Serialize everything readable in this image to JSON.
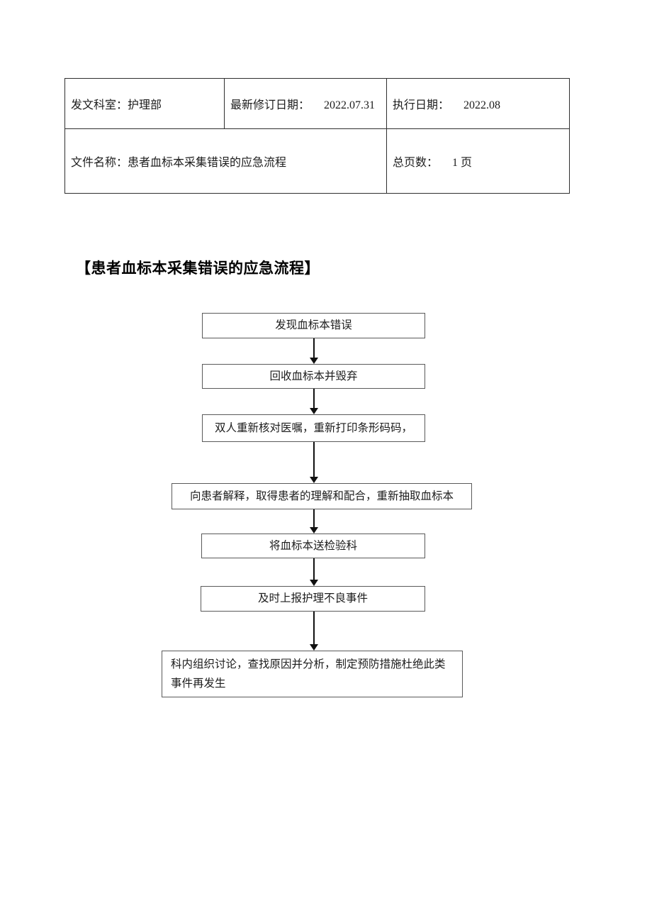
{
  "header_table": {
    "issuing_dept_label": "发文科室：",
    "issuing_dept_value": "护理部",
    "revision_date_label": "最新修订日期：",
    "revision_date_value": "2022.07.31",
    "execution_date_label": "执行日期：",
    "execution_date_value": "2022.08",
    "file_name_label": "文件名称：",
    "file_name_value": "患者血标本采集错误的应急流程",
    "total_pages_label": "总页数：",
    "total_pages_value": "1 页"
  },
  "heading": {
    "title": "【患者血标本采集错误的应急流程】"
  },
  "flowchart": {
    "steps": [
      {
        "text": "发现血标本错误"
      },
      {
        "text": "回收血标本并毁弃"
      },
      {
        "text": "双人重新核对医嘱，重新打印条形码码，"
      },
      {
        "text": "向患者解释，取得患者的理解和配合，重新抽取血标本"
      },
      {
        "text": "将血标本送检验科"
      },
      {
        "text": "及时上报护理不良事件"
      },
      {
        "text": "科内组织讨论，查找原因并分析，制定预防措施杜绝此类事件再发生"
      }
    ],
    "connector_color": "#111111"
  },
  "colors": {
    "table_border": "#2e2e2e",
    "box_border": "#5a5a5a",
    "text": "#1c1c1c",
    "background": "#ffffff"
  }
}
